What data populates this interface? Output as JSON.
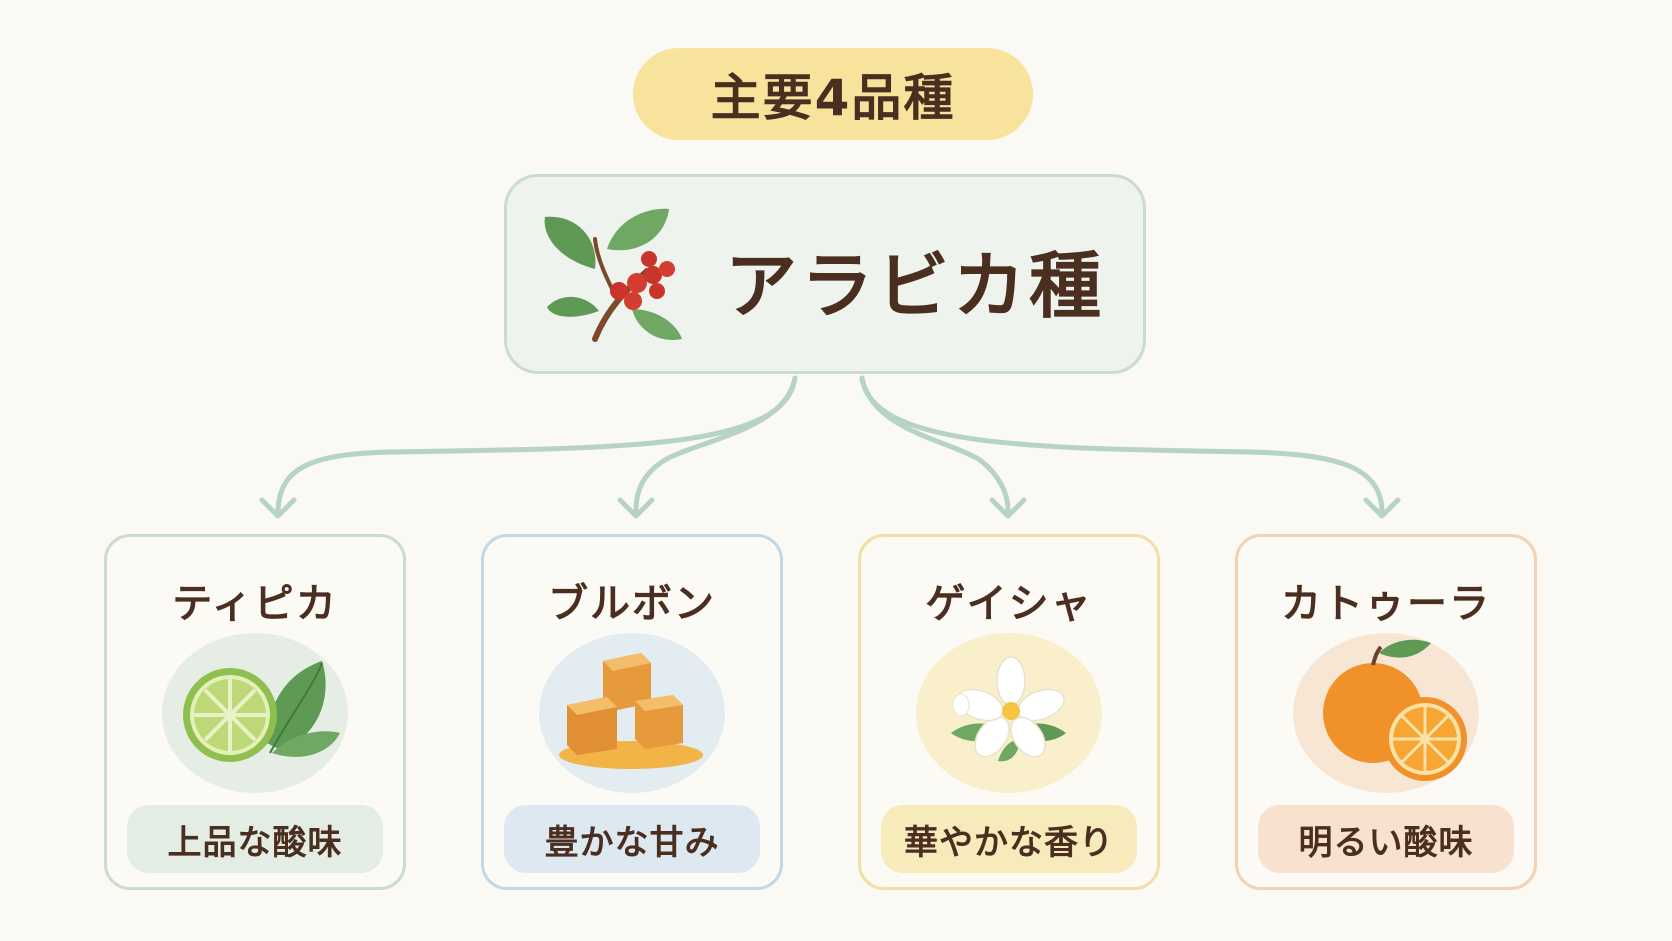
{
  "header": {
    "title": "主要4品種"
  },
  "root": {
    "label": "アラビカ種",
    "icon": "coffee-branch-icon"
  },
  "varieties": [
    {
      "name": "ティピカ",
      "feature": "上品な酸味",
      "icon": "lime-leaf-icon",
      "border_color": "#c9dccd",
      "circle_color": "#e6ede4",
      "badge_color": "#e3ede3"
    },
    {
      "name": "ブルボン",
      "feature": "豊かな甘み",
      "icon": "caramel-icon",
      "border_color": "#c4d7e6",
      "circle_color": "#e3ecf1",
      "badge_color": "#dde8f0"
    },
    {
      "name": "ゲイシャ",
      "feature": "華やかな香り",
      "icon": "jasmine-flower-icon",
      "border_color": "#f1e0a4",
      "circle_color": "#f9efcb",
      "badge_color": "#f8ebbb"
    },
    {
      "name": "カトゥーラ",
      "feature": "明るい酸味",
      "icon": "orange-icon",
      "border_color": "#f2d1b4",
      "circle_color": "#f8e6d5",
      "badge_color": "#f8e2cf"
    }
  ],
  "connector_color": "#b7d3c4"
}
